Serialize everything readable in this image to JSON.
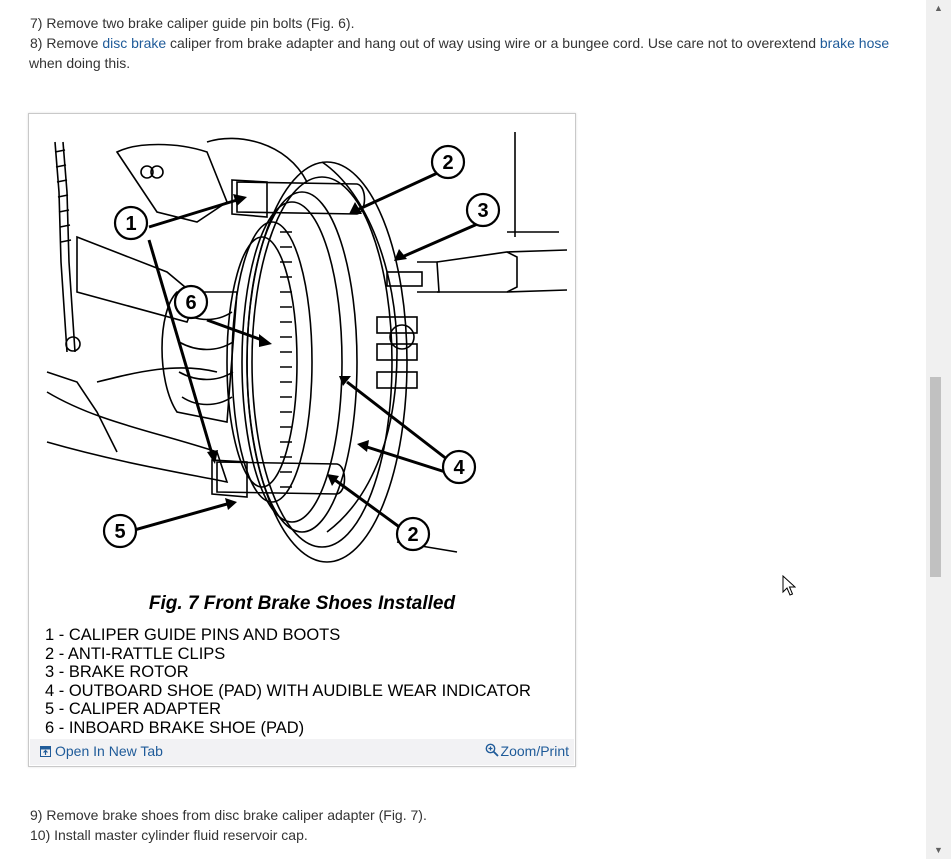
{
  "steps_before": {
    "step7": " 7) Remove two brake caliper guide pin bolts (Fig. 6).",
    "step8_prefix": " 8) Remove ",
    "step8_link1": "disc brake",
    "step8_mid": " caliper from brake adapter and hang out of way using wire or a bungee cord. Use care not to overextend ",
    "step8_link2": "brake hose",
    "step8_cont": "when doing this."
  },
  "figure": {
    "callouts": [
      "1",
      "2",
      "3",
      "6",
      "4",
      "5",
      "2"
    ],
    "caption": "Fig. 7 Front Brake Shoes Installed",
    "legend": [
      "1 - CALIPER GUIDE PINS AND BOOTS",
      "2 - ANTI-RATTLE CLIPS",
      "3 - BRAKE ROTOR",
      "4 - OUTBOARD SHOE (PAD) WITH AUDIBLE WEAR INDICATOR",
      "5 - CALIPER ADAPTER",
      "6 - INBOARD BRAKE SHOE (PAD)"
    ],
    "open_new_tab": "Open In New Tab",
    "zoom_print": "Zoom/Print"
  },
  "steps_after": {
    "step9": " 9) Remove brake shoes from disc brake caliper adapter (Fig. 7).",
    "step10": "10) Install master cylinder fluid reservoir cap."
  },
  "colors": {
    "link": "#1f5b99",
    "text": "#333333",
    "toolbar_bg": "#f2f2f4",
    "scroll_thumb": "#c1c1c1"
  }
}
